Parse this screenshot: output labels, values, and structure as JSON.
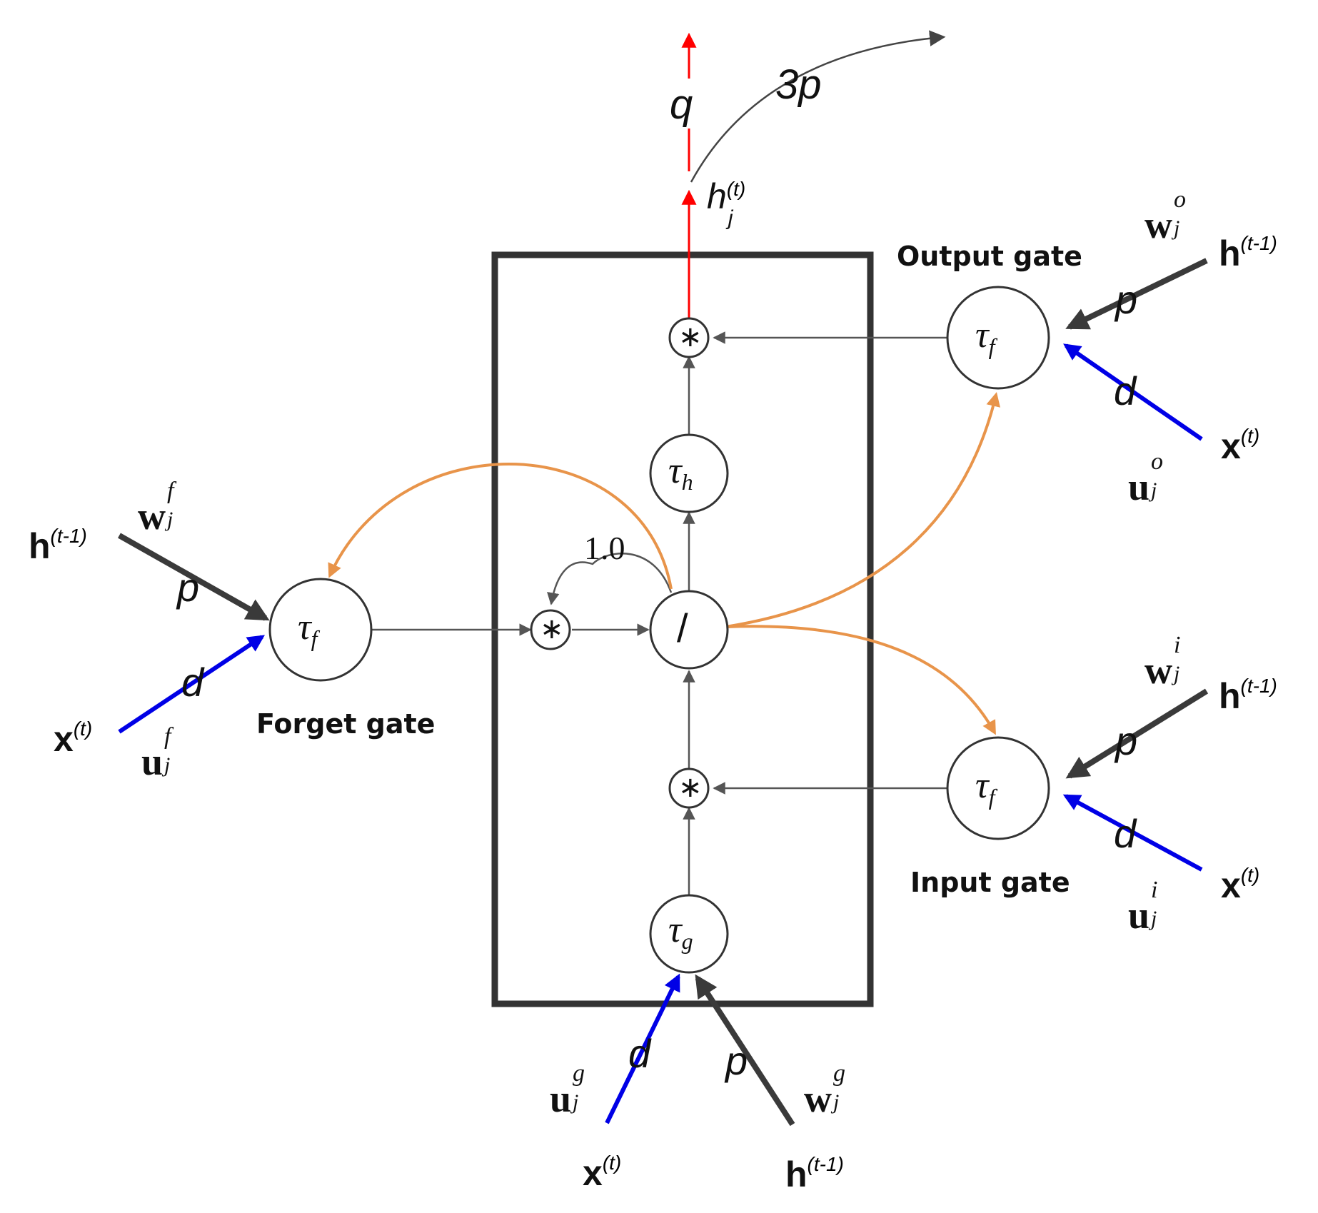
{
  "gates": {
    "output_label": "Output gate",
    "forget_label": "Forget gate",
    "input_label": "Input gate"
  },
  "nodes": {
    "tau": "τ",
    "sub_f": "f",
    "sub_h": "h",
    "sub_g": "g",
    "multiply": "∗",
    "divide": "/"
  },
  "weights": {
    "p": "p",
    "d": "d",
    "three_p": "3p",
    "q": "q",
    "constant": "1.0"
  },
  "symbols": {
    "h": "h",
    "x": "x",
    "w": "w",
    "u": "u",
    "prev": "(t-1)",
    "cur": "(t)",
    "j": "j",
    "sup_o": "o",
    "sup_f": "f",
    "sup_i": "i",
    "sup_g": "g"
  },
  "colors": {
    "black_arrow": "#3a3a3a",
    "blue_arrow": "#0000e6",
    "orange_arrow": "#e8944a",
    "red_arrow": "#ff0000",
    "box": "#333333"
  }
}
